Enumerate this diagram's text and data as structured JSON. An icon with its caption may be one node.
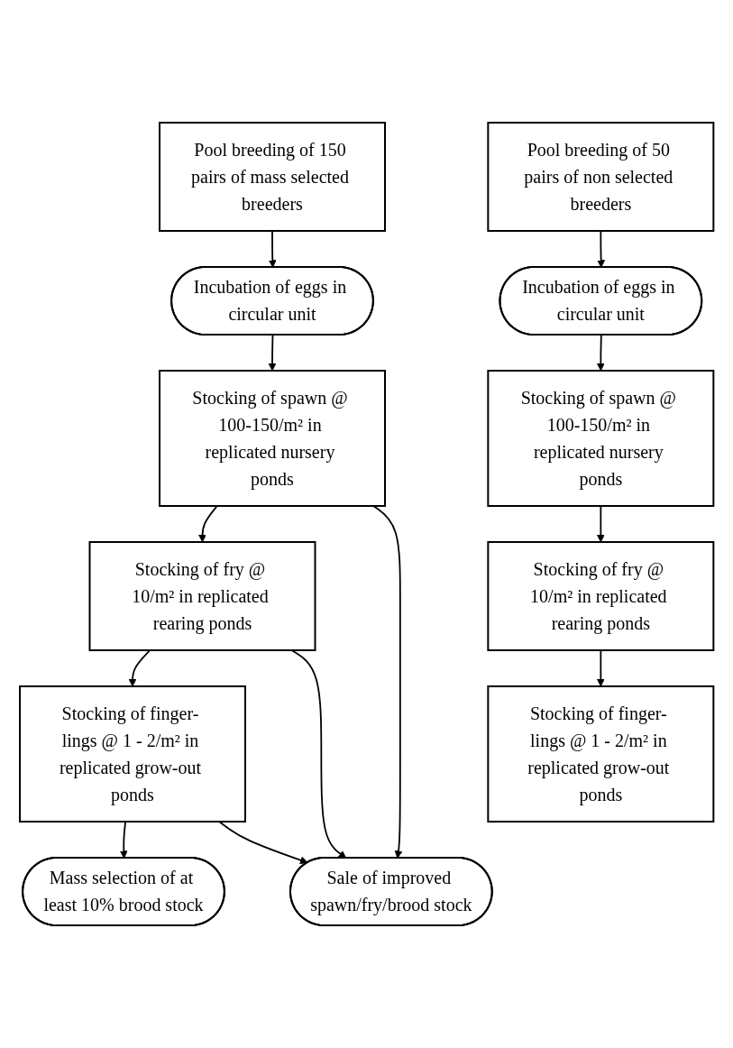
{
  "diagram": {
    "nodes": [
      {
        "text": [
          "Pool breeding of 150 pairs of mass selected breeders"
        ]
      },
      {
        "text": [
          "Pool breeding of 50 pairs of non selected breeders"
        ]
      },
      {
        "text": [
          "Incubation of eggs in circular unit"
        ]
      },
      {
        "text": [
          "Incubation of eggs in circular unit"
        ]
      },
      {
        "text": [
          "Stocking of spawn @ 100-150/m² in replicated nursery ponds"
        ]
      },
      {
        "text": [
          "Stocking of spawn @ 100-150/m² in replicated nursery ponds"
        ]
      },
      {
        "text": [
          "Stocking of fry @ 10/m² in replicated rearing ponds"
        ]
      },
      {
        "text": [
          "Stocking of fry @ 10/m² in replicated rearing ponds"
        ]
      },
      {
        "text": [
          "Stocking of finger- lings @ 1 - 2/m² in replicated grow-out ponds"
        ]
      },
      {
        "text": [
          "Stocking of finger- lings @ 1 - 2/m² in replicated grow-out ponds"
        ]
      },
      {
        "text": [
          "Mass selection of at least 10% brood stock"
        ]
      },
      {
        "text": [
          "Sale of improved spawn/fry/brood stock"
        ]
      }
    ],
    "edges": [
      {
        "from": 0,
        "to": 2,
        "arrow": "to"
      },
      {
        "from": 2,
        "to": 4,
        "arrow": "to"
      },
      {
        "from": 4,
        "to": 6,
        "arrow": "to"
      },
      {
        "from": 6,
        "to": 8,
        "arrow": "to"
      },
      {
        "from": 8,
        "to": 10,
        "arrow": "to"
      },
      {
        "from": 1,
        "to": 3,
        "arrow": "to"
      },
      {
        "from": 3,
        "to": 5,
        "arrow": "to"
      },
      {
        "from": 5,
        "to": 7,
        "arrow": "to"
      },
      {
        "from": 7,
        "to": 9,
        "arrow": "to"
      },
      {
        "from": 4,
        "to": 11,
        "arrow": "to"
      },
      {
        "from": 6,
        "to": 11,
        "arrow": "to"
      },
      {
        "from": 8,
        "to": 11,
        "arrow": "to"
      }
    ]
  }
}
